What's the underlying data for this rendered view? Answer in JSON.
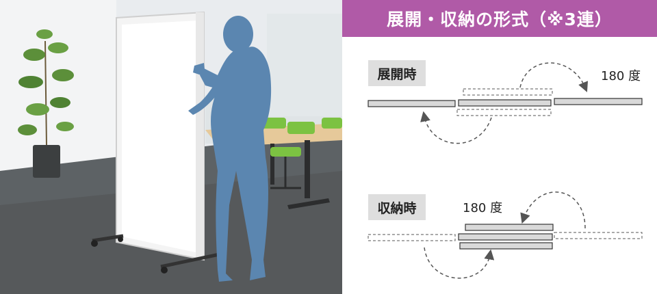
{
  "header": {
    "title": "展開・収納の形式（※3連）",
    "bg": "#b05aa7"
  },
  "diagram": {
    "expanded_label": "展開時",
    "stored_label": "収納時",
    "angle_expanded": "180 度",
    "angle_stored": "180 度"
  },
  "photo": {
    "subject": "silhouette-person-opening-panel",
    "silhouette_color": "#5b86b0",
    "panel_color": "#f2f2f2"
  }
}
